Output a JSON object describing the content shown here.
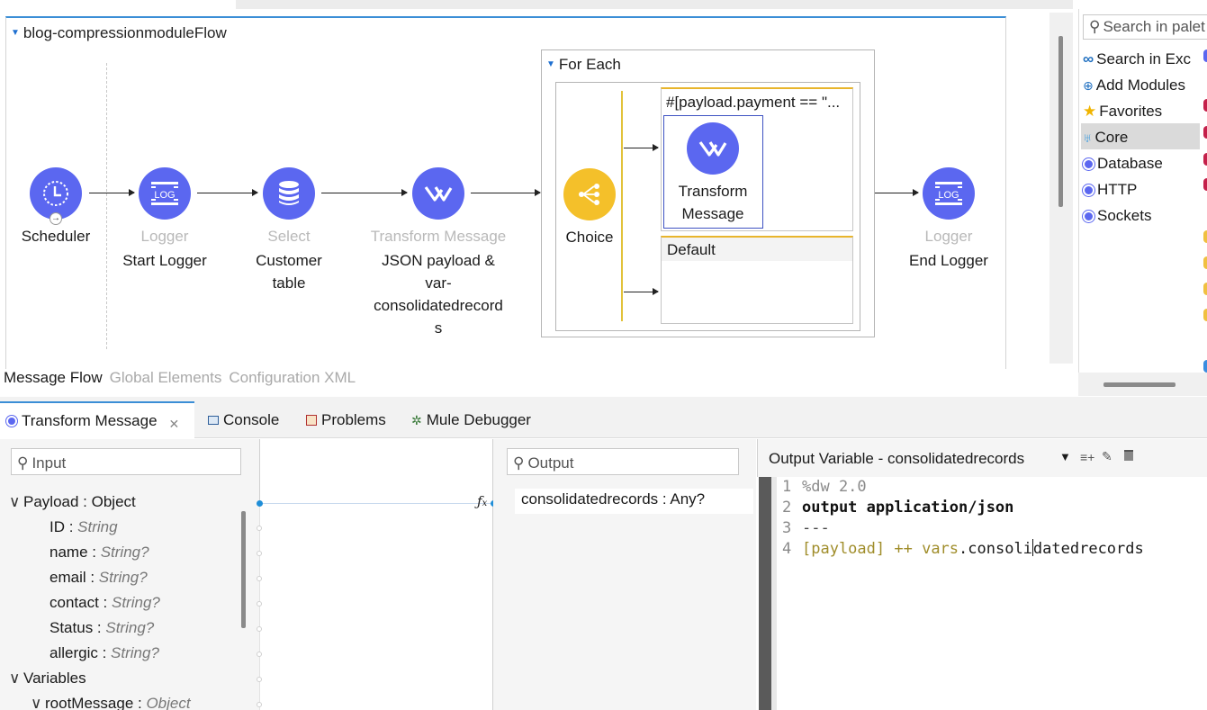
{
  "flow": {
    "title": "blog-compressionmoduleFlow",
    "nodes": {
      "scheduler": {
        "label": "Scheduler"
      },
      "start_logger": {
        "type": "Logger",
        "name": "Start Logger"
      },
      "select": {
        "type": "Select",
        "name_line1": "Customer",
        "name_line2": "table"
      },
      "transform": {
        "type": "Transform Message",
        "name_line1": "JSON payload &",
        "name_line2": "var-",
        "name_line3": "consolidatedrecord",
        "name_line4": "s"
      },
      "end_logger": {
        "type": "Logger",
        "name": "End Logger"
      }
    },
    "for_each": {
      "title": "For Each",
      "choice_label": "Choice",
      "when_expression": "#[payload.payment == \"...",
      "inner_transform": {
        "line1": "Transform",
        "line2": "Message"
      },
      "default_label": "Default"
    },
    "icon_text": {
      "log": "LOG"
    }
  },
  "view_tabs": {
    "message_flow": "Message Flow",
    "global_elements": "Global Elements",
    "configuration_xml": "Configuration XML"
  },
  "palette": {
    "search_placeholder": "Search in palet",
    "items": [
      "Search in Exc",
      "Add Modules",
      "Favorites",
      "Core",
      "Database",
      "HTTP",
      "Sockets"
    ],
    "selected": "Core"
  },
  "bottom_tabs": {
    "transform": "Transform Message",
    "console": "Console",
    "problems": "Problems",
    "debugger": "Mule Debugger"
  },
  "input_panel": {
    "search_placeholder": "Input",
    "payload": {
      "name": "Payload",
      "type": "Object"
    },
    "fields": [
      {
        "name": "ID",
        "type": "String"
      },
      {
        "name": "name",
        "type": "String?"
      },
      {
        "name": "email",
        "type": "String?"
      },
      {
        "name": "contact",
        "type": "String?"
      },
      {
        "name": "Status",
        "type": "String?"
      },
      {
        "name": "allergic",
        "type": "String?"
      }
    ],
    "variables": "Variables",
    "root_message": {
      "name": "rootMessage",
      "type": "Object"
    }
  },
  "output_panel": {
    "search_placeholder": "Output",
    "item": "consolidatedrecords : Any?"
  },
  "editor": {
    "title": "Output  Variable - consolidatedrecords",
    "lines": {
      "l1": {
        "num": "1",
        "text": "%dw 2.0"
      },
      "l2": {
        "num": "2",
        "text": "output application/json"
      },
      "l3": {
        "num": "3",
        "text": "---"
      },
      "l4": {
        "num": "4",
        "a": "[payload]",
        "b": " ++ ",
        "c": "vars",
        "d": ".consoli",
        "e": "datedrecords"
      }
    }
  }
}
